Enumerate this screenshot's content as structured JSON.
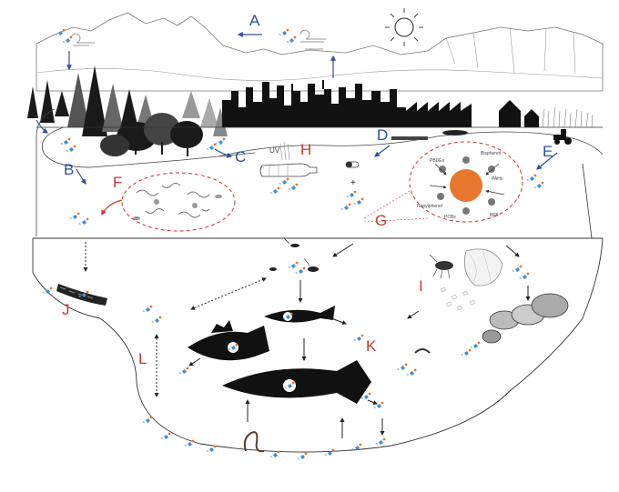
{
  "labels": {
    "A": "A",
    "B": "B",
    "C": "C",
    "D": "D",
    "E": "E",
    "F": "F",
    "G": "G",
    "H": "H",
    "I": "I",
    "J": "J",
    "K": "K",
    "L": "L"
  },
  "uv_text": "UV",
  "chem_labels": [
    "PBDEs",
    "Bisphenol",
    "PAHs",
    "Nonylphenol",
    "PCBs",
    "BPA"
  ],
  "colors": {
    "blue_label": "#2f4fa3",
    "red_label": "#c8392f",
    "particle_orange": "#e8772e",
    "particle_blue": "#3b8fd0",
    "silhouette": "#111111"
  }
}
